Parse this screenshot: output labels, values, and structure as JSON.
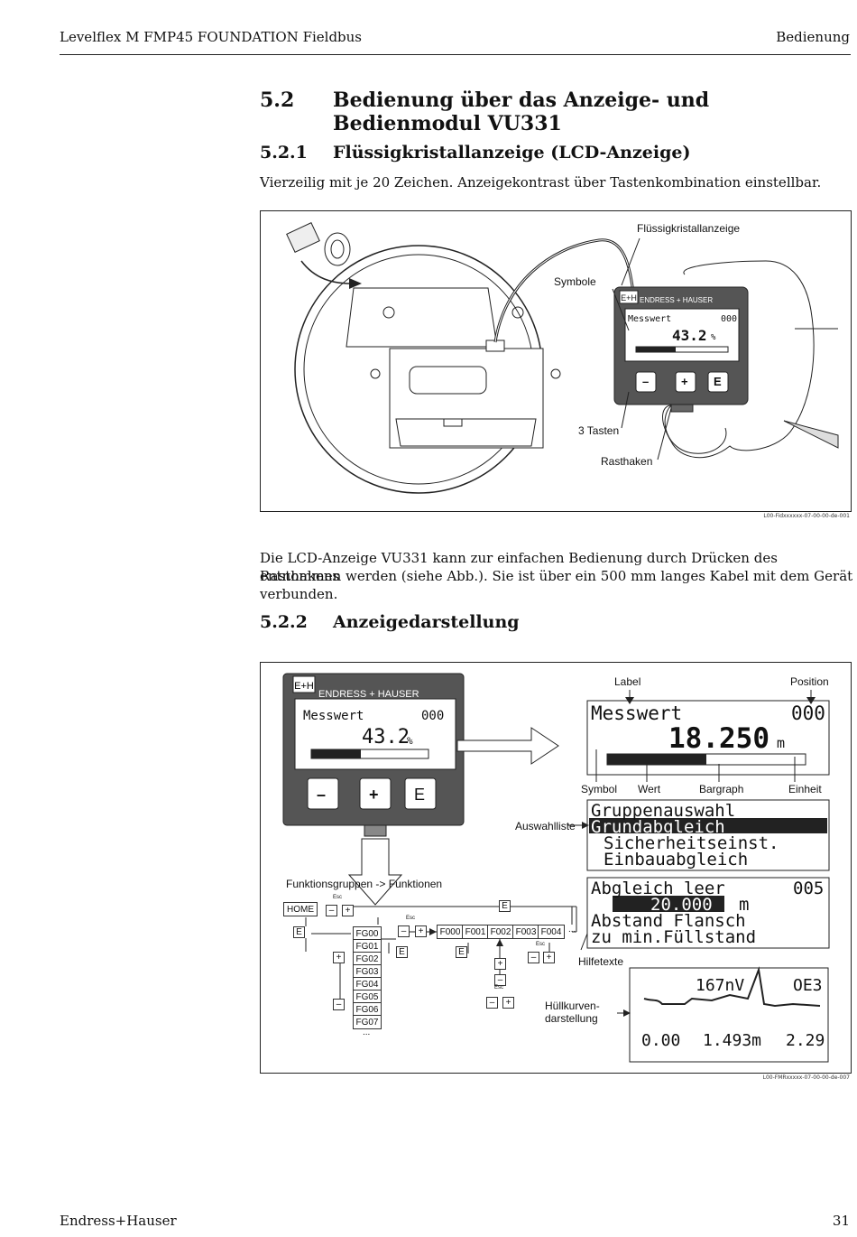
{
  "header": {
    "left": "Levelflex M FMP45 FOUNDATION Fieldbus",
    "right": "Bedienung"
  },
  "footer": {
    "left": "Endress+Hauser",
    "page": "31"
  },
  "section": {
    "number": "5.2",
    "title": "Bedienung über das Anzeige- und Bedienmodul VU331"
  },
  "sub1": {
    "number": "5.2.1",
    "title": "Flüssigkristallanzeige (LCD-Anzeige)",
    "text": "Vierzeilig mit je 20 Zeichen. Anzeigekontrast über Tastenkombination einstellbar."
  },
  "figure1": {
    "labels": {
      "lcd": "Flüssigkristallanzeige",
      "symbols": "Symbole",
      "keys": "3 Tasten",
      "hook": "Rasthaken"
    },
    "device": {
      "brand": "ENDRESS + HAUSER",
      "line1_left": "Messwert",
      "line1_right": "000",
      "value": "43.2",
      "unit": "%",
      "key_minus": "–",
      "key_plus": "+",
      "key_e": "E"
    },
    "caption": "L00-Fidxxxxxx-07-00-00-de-001"
  },
  "para2": {
    "line1": "Die LCD-Anzeige VU331 kann zur einfachen Bedienung durch Drücken des Rasthakens",
    "line2": "entnommen werden (siehe Abb.). Sie ist über ein 500 mm langes Kabel mit dem Gerät verbunden."
  },
  "sub2": {
    "number": "5.2.2",
    "title": "Anzeigedarstellung"
  },
  "figure2": {
    "device": {
      "brand": "ENDRESS + HAUSER",
      "line1_left": "Messwert",
      "line1_right": "000",
      "value": "43.2",
      "unit": "%",
      "key_minus": "–",
      "key_plus": "+",
      "key_e": "E"
    },
    "labels": {
      "label": "Label",
      "position": "Position",
      "symbol": "Symbol",
      "wert": "Wert",
      "bargraph": "Bargraph",
      "einheit": "Einheit",
      "auswahlliste": "Auswahlliste",
      "hilfetexte": "Hilfetexte",
      "huellkurve1": "Hüllkurven-",
      "huellkurve2": "darstellung",
      "funktionsgruppen": "Funktionsgruppen -> Funktionen"
    },
    "lcd1": {
      "left": "Messwert",
      "right": "000",
      "value": "18.250",
      "unit": "m"
    },
    "lcd2": {
      "lines": [
        "Gruppenauswahl",
        "Grundabgleich",
        "Sicherheitseinst.",
        "Einbauabgleich"
      ]
    },
    "lcd3": {
      "line1_left": "Abgleich leer",
      "line1_right": "005",
      "value": "20.000",
      "unit": "m",
      "line3": "Abstand Flansch",
      "line4": "zu min.Füllstand"
    },
    "lcd4": {
      "top_mid": "167nV",
      "top_right": "OE3",
      "bottom_left": "0.00",
      "bottom_mid": "1.493m",
      "bottom_right": "2.29"
    },
    "menu": {
      "home": "HOME",
      "groups": [
        "FG00",
        "FG01",
        "FG02",
        "FG03",
        "FG04",
        "FG05",
        "FG06",
        "FG07",
        "..."
      ],
      "functions": [
        "F000",
        "F001",
        "F002",
        "F003",
        "F004",
        "..."
      ],
      "esc": "Esc",
      "minus": "–",
      "plus": "+",
      "e": "E"
    },
    "caption": "L00-FMRxxxxx-07-00-00-de-007"
  }
}
